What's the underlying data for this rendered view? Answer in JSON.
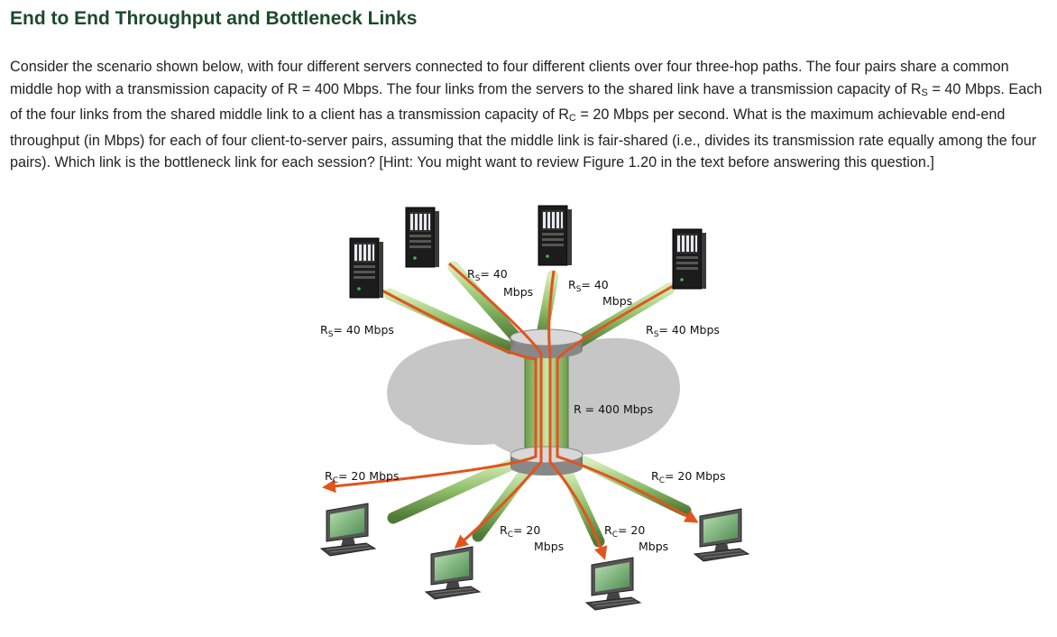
{
  "title": "End to End Throughput and Bottleneck Links",
  "question": {
    "p1": "Consider the scenario shown below, with four different servers connected to four different clients over four three-hop paths. The four pairs share a common middle hop with a transmission capacity of R = 400 Mbps. The four links from the servers to the shared link have a transmission capacity of R",
    "sub_s": "S",
    "p2": " = 40 Mbps. Each of the four links from the shared middle link to a client has a transmission capacity of R",
    "sub_c": "C",
    "p3": " = 20 Mbps per second. What is the maximum achievable end-end throughput (in Mbps) for each of four client-to-server pairs, assuming that the middle link is fair-shared (i.e., divides its transmission rate equally among the four pairs). Which link is the bottleneck link for each session? [Hint: You might want to review Figure 1.20 in the text before answering this question.]"
  },
  "figure": {
    "labels": {
      "rs_prefix": "R",
      "rs_sub": "S",
      "rc_prefix": "R",
      "rc_sub": "C",
      "rate40": "= 40 Mbps",
      "eq40": "= 40",
      "rate20": "= 20 Mbps",
      "eq20": "= 20",
      "mbps": "Mbps",
      "middle": "R = 400 Mbps"
    },
    "colors": {
      "path": "#e2531d",
      "link": "#8fbf6b",
      "cloud": "#c6c6c6"
    },
    "icons": [
      "server-icon",
      "client-computer-icon",
      "router-icon"
    ]
  }
}
